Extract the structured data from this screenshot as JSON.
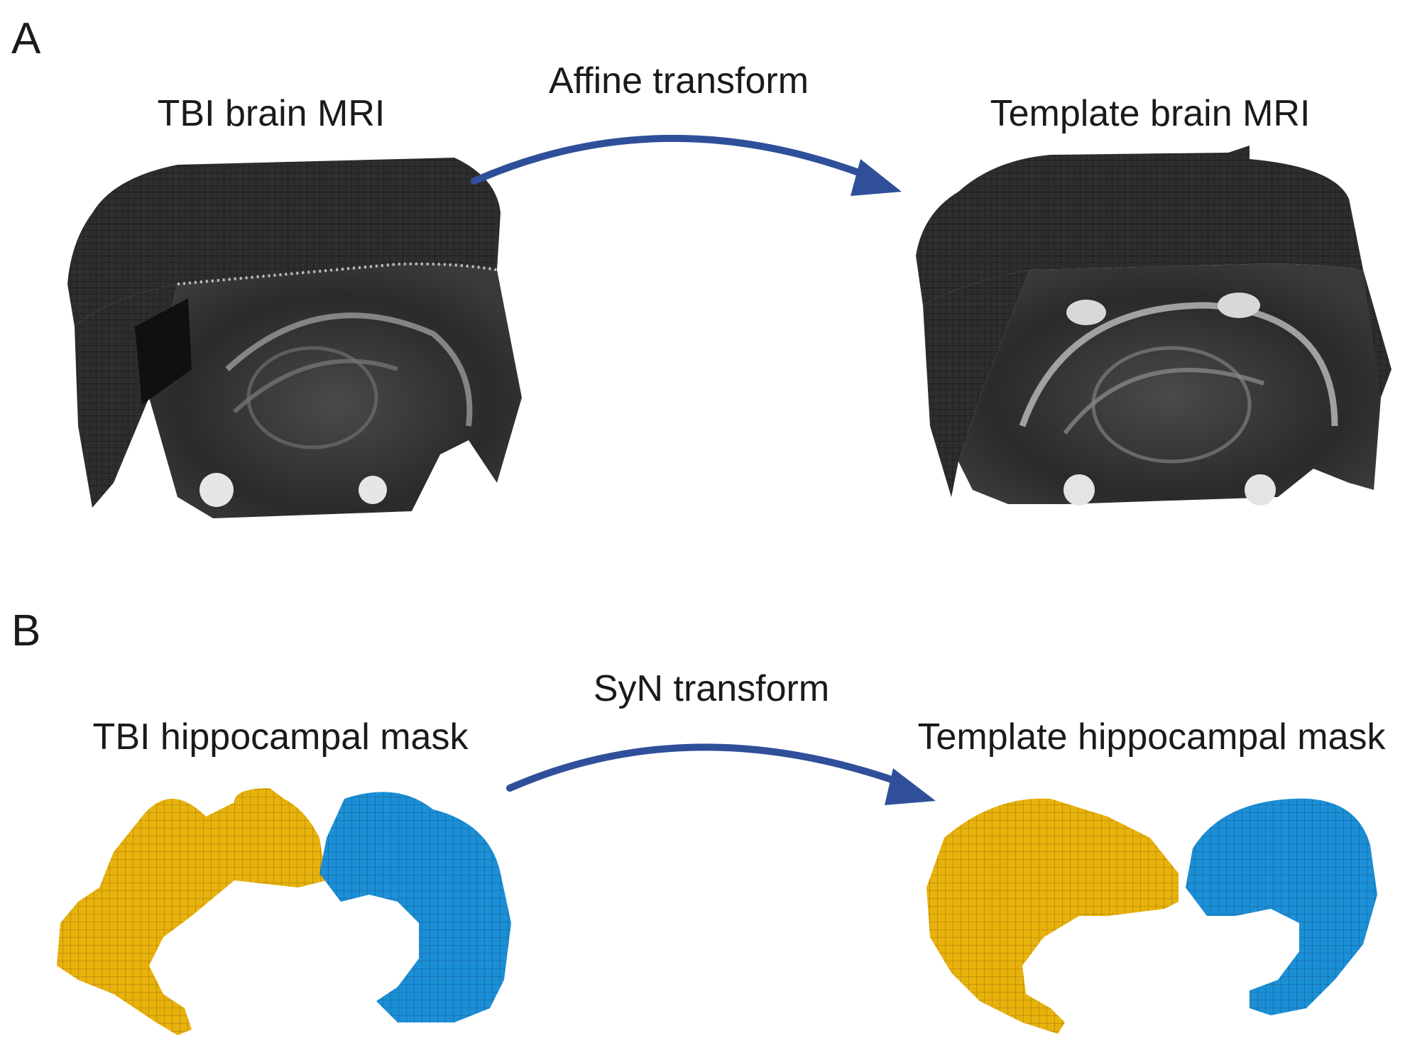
{
  "panel_a": {
    "letter": "A",
    "left_label": "TBI brain MRI",
    "arrow_label": "Affine transform",
    "right_label": "Template brain MRI"
  },
  "panel_b": {
    "letter": "B",
    "left_label": "TBI hippocampal mask",
    "arrow_label": "SyN transform",
    "right_label": "Template hippocampal mask"
  },
  "colors": {
    "arrow": "#2f4f9a",
    "mri_surface": "#2e2e2e",
    "mask_left_hemisphere": "#e8b20c",
    "mask_right_hemisphere": "#1c8fd6"
  }
}
